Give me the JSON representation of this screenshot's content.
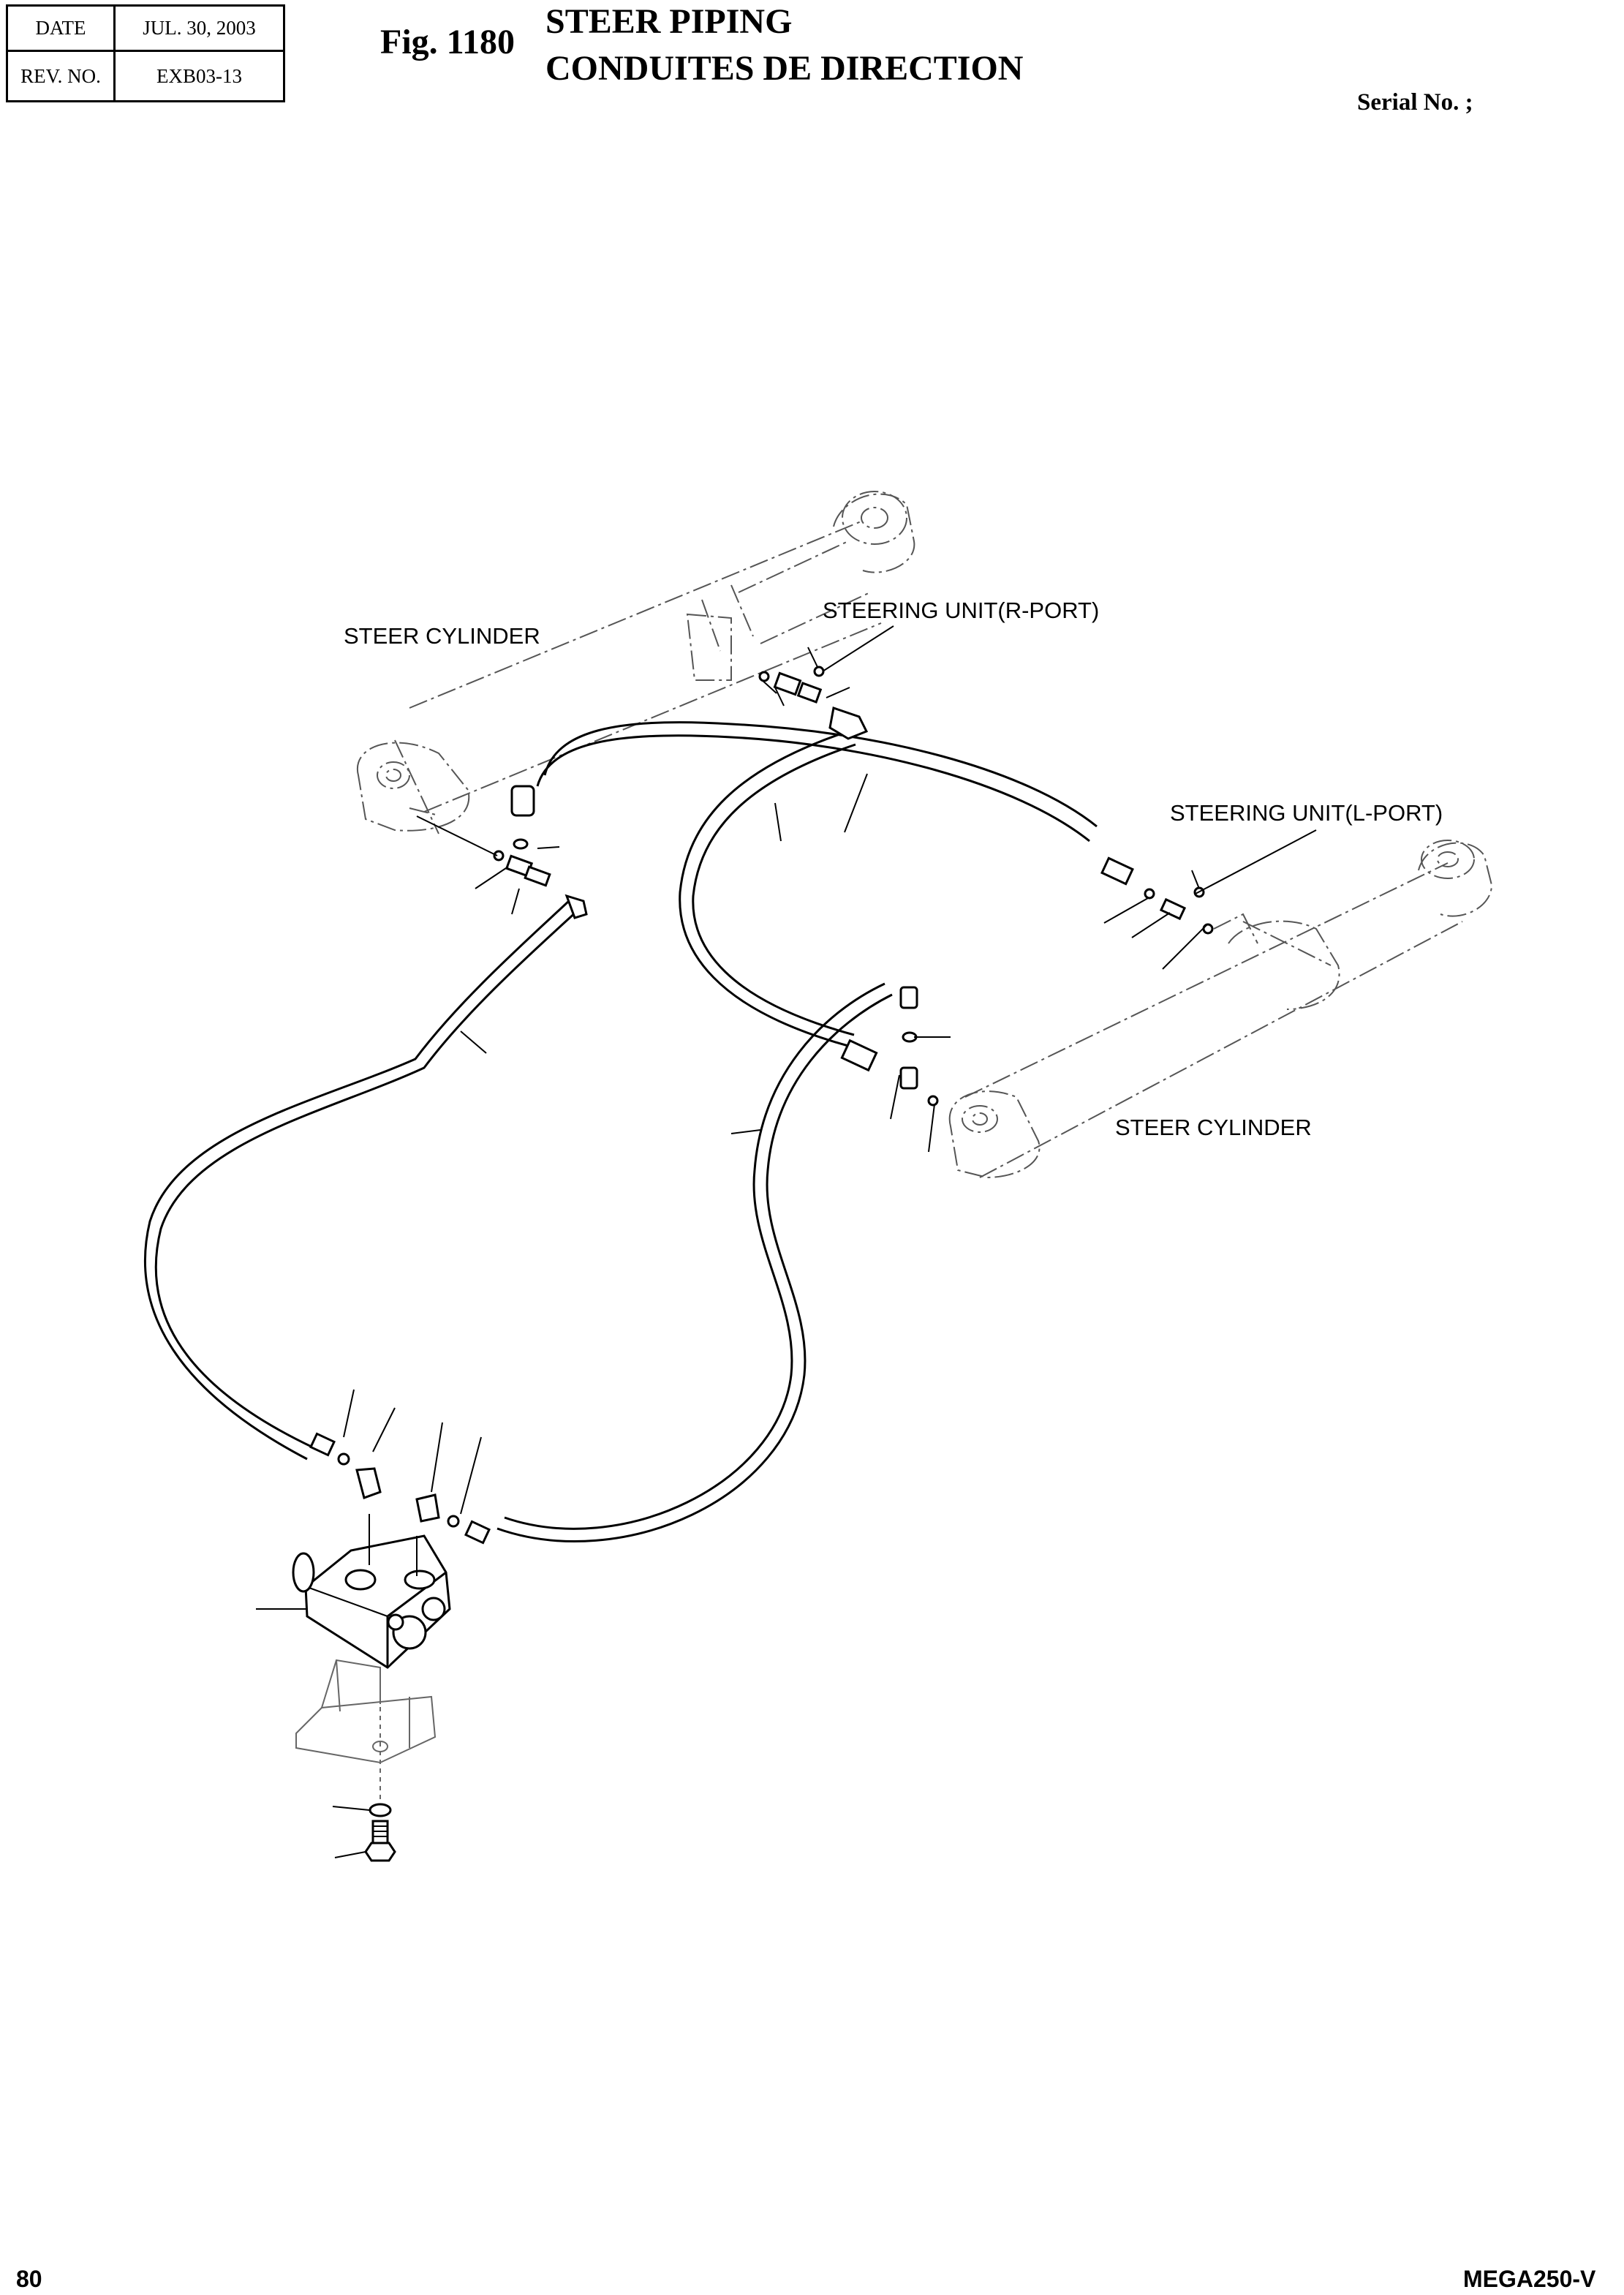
{
  "header": {
    "date_label": "DATE",
    "date_value": "JUL. 30, 2003",
    "rev_label": "REV. NO.",
    "rev_value": "EXB03-13"
  },
  "figure": {
    "number": "Fig. 1180",
    "title_en": "STEER PIPING",
    "title_fr": "CONDUITES DE DIRECTION"
  },
  "serial_label": "Serial No. ;",
  "labels": {
    "steer_cylinder_left": "STEER CYLINDER",
    "steer_cylinder_right": "STEER CYLINDER",
    "steering_unit_r": "STEERING UNIT(R-PORT)",
    "steering_unit_l": "STEERING UNIT(L-PORT)"
  },
  "footer": {
    "page_number": "80",
    "model": "MEGA250-V"
  }
}
